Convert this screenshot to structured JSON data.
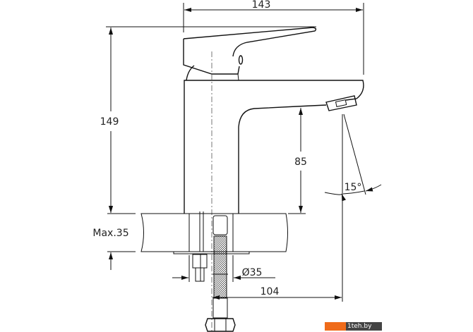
{
  "drawing": {
    "dimensions": {
      "total_width": "143",
      "total_height": "149",
      "spout_height": "85",
      "max_countertop": "Max.35",
      "hole_diameter": "Ø35",
      "spout_reach": "104",
      "spout_angle": "15°"
    }
  },
  "watermark": {
    "text": "1teh.by",
    "colors": {
      "orange": "#ef6b1a",
      "gray": "#444444"
    }
  }
}
